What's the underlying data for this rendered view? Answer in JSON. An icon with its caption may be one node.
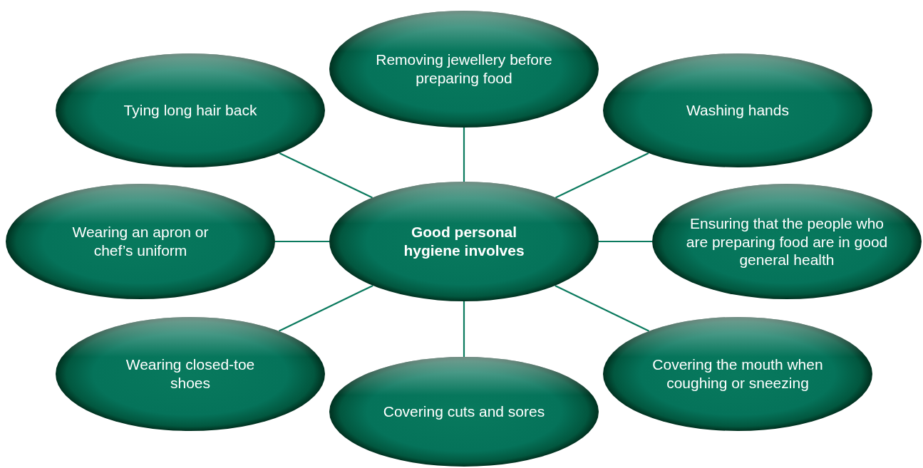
{
  "diagram": {
    "nodes": [
      {
        "text": [
          "Removing jewellery before preparing food"
        ]
      },
      {
        "text": [
          "Tying long hair back"
        ]
      },
      {
        "text": [
          "Washing hands"
        ]
      },
      {
        "text": [
          "Wearing an apron or chef’s uniform"
        ]
      },
      {
        "text": [
          "Good personal hygiene involves"
        ]
      },
      {
        "text": [
          "Ensuring that the people who are preparing food are in good general health"
        ]
      },
      {
        "text": [
          "Wearing closed-toe shoes"
        ]
      },
      {
        "text": [
          "Covering the mouth when coughing or sneezing"
        ]
      },
      {
        "text": [
          "Covering cuts and sores"
        ]
      }
    ],
    "edges": [
      {
        "from": 4,
        "to": 0,
        "arrow": "none"
      },
      {
        "from": 4,
        "to": 1,
        "arrow": "none"
      },
      {
        "from": 4,
        "to": 2,
        "arrow": "none"
      },
      {
        "from": 4,
        "to": 3,
        "arrow": "none"
      },
      {
        "from": 4,
        "to": 5,
        "arrow": "none"
      },
      {
        "from": 4,
        "to": 6,
        "arrow": "none"
      },
      {
        "from": 4,
        "to": 7,
        "arrow": "none"
      },
      {
        "from": 4,
        "to": 8,
        "arrow": "none"
      }
    ]
  }
}
